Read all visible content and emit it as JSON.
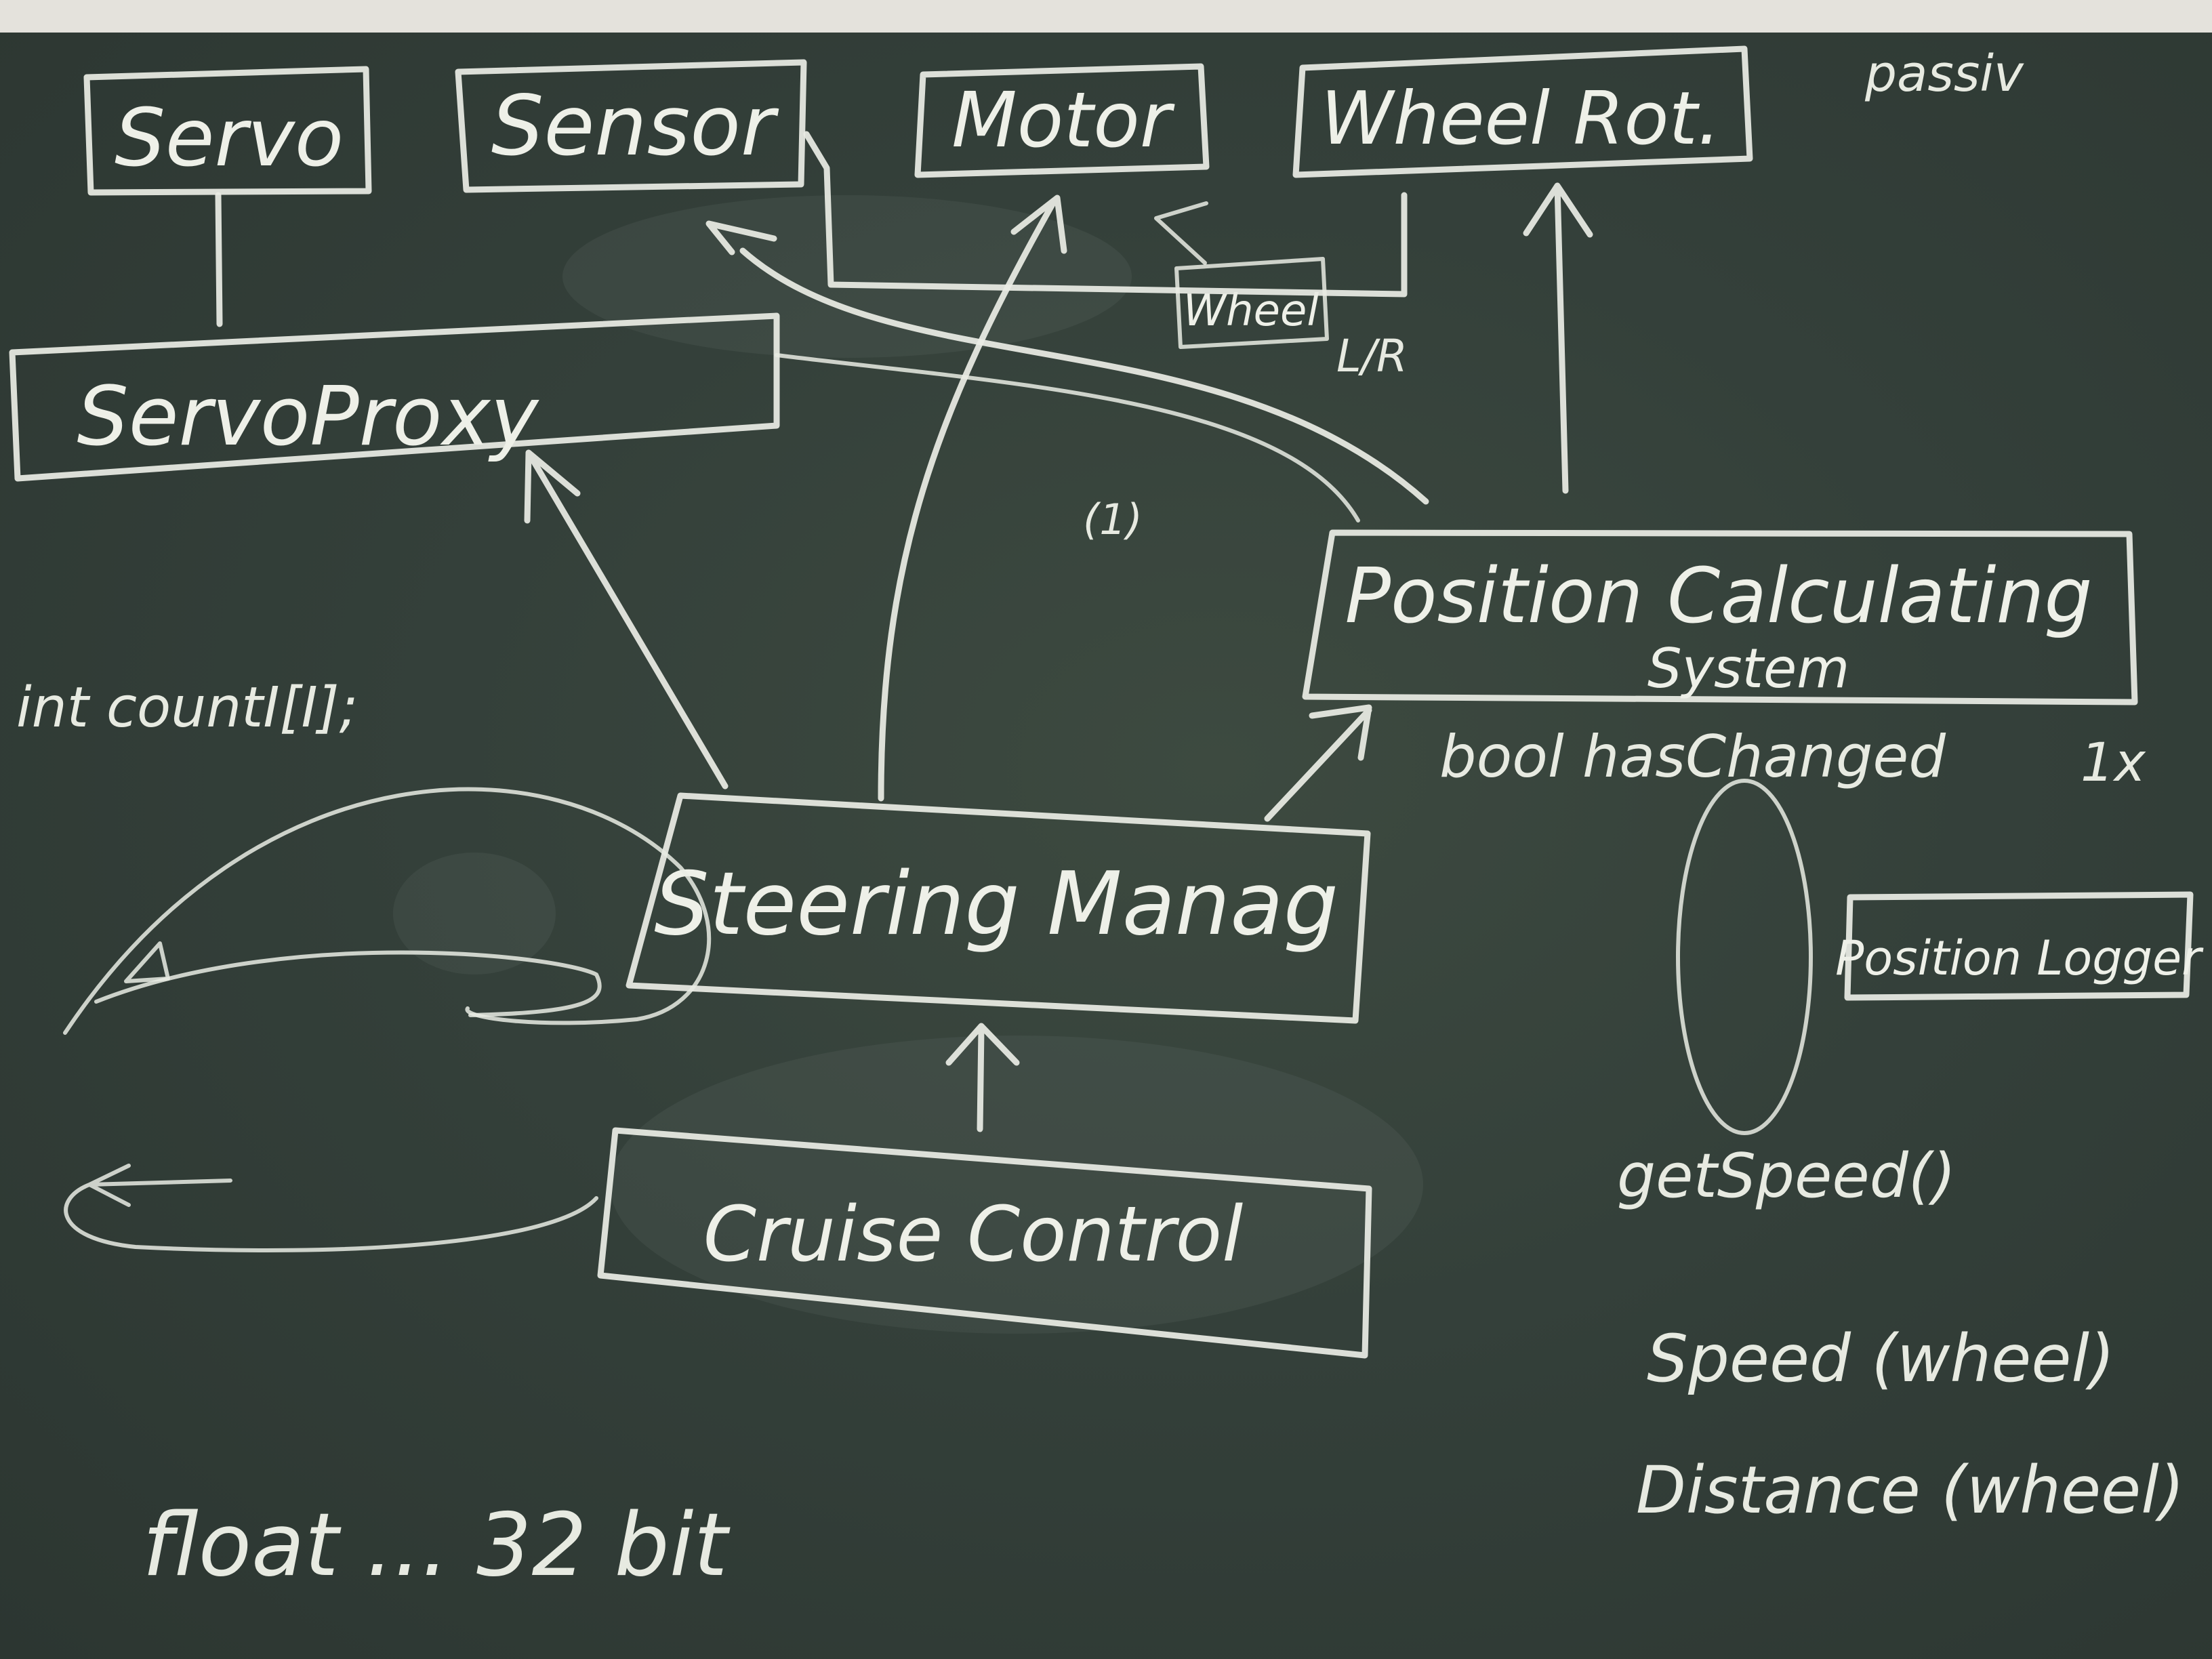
{
  "nodes": {
    "servo": "Servo",
    "sensor": "Sensor",
    "motor": "Motor",
    "wheel_rot": "Wheel Rot.",
    "wheel": "Wheel",
    "servo_proxy": "ServoProxy",
    "position_calculating_system_line1": "Position Calculating",
    "position_calculating_system_line2": "System",
    "steering_manager": "Steering Manag",
    "cruise_control": "Cruise Control",
    "position_logger": "Position Logger"
  },
  "notes": {
    "passiv": "passiv",
    "multiplicity_one": "(1)",
    "lr": "L/R",
    "int_count": "int countI[I];",
    "bool_has_changed": "bool hasChanged",
    "one_x": "1x",
    "get_speed": "getSpeed()",
    "speed_wheel": "Speed (wheel)",
    "distance_wheel": "Distance (wheel)",
    "float_32bit": "float ... 32 bit"
  },
  "colors": {
    "board": "#34403a",
    "chalk": "#e9ece4",
    "frame": "#e4e2dc"
  }
}
